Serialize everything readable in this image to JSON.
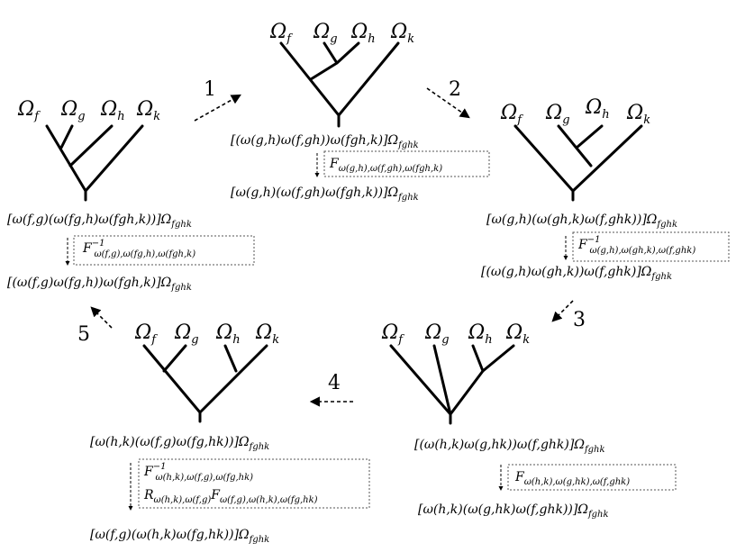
{
  "trees": [
    {
      "id": "t1",
      "leaves": [
        "Ω",
        "Ω",
        "Ω",
        "Ω"
      ],
      "subs": [
        "f",
        "g",
        "h",
        "k"
      ]
    },
    {
      "id": "t2",
      "leaves": [
        "Ω",
        "Ω",
        "Ω",
        "Ω"
      ],
      "subs": [
        "f",
        "g",
        "h",
        "k"
      ]
    },
    {
      "id": "t3",
      "leaves": [
        "Ω",
        "Ω",
        "Ω",
        "Ω"
      ],
      "subs": [
        "f",
        "g",
        "h",
        "k"
      ]
    },
    {
      "id": "t4",
      "leaves": [
        "Ω",
        "Ω",
        "Ω",
        "Ω"
      ],
      "subs": [
        "f",
        "g",
        "h",
        "k"
      ]
    },
    {
      "id": "t5",
      "leaves": [
        "Ω",
        "Ω",
        "Ω",
        "Ω"
      ],
      "subs": [
        "f",
        "g",
        "h",
        "k"
      ]
    }
  ],
  "steps": [
    "1",
    "2",
    "3",
    "4",
    "5"
  ],
  "exprs": {
    "t1_top": "[ω(f,g)(ω(fg,h)ω(fgh,k))]Ω",
    "t1_bot": "[(ω(f,g)ω(fg,h))ω(fgh,k)]Ω",
    "t2_top": "[(ω(g,h)ω(f,gh))ω(fgh,k)]Ω",
    "t2_bot": "[ω(g,h)(ω(f,gh)ω(fgh,k))]Ω",
    "t3_top": "[ω(g,h)(ω(gh,k)ω(f,ghk))]Ω",
    "t3_bot": "[(ω(g,h)ω(gh,k))ω(f,ghk)]Ω",
    "t4_top": "[(ω(h,k)ω(g,hk))ω(f,ghk)]Ω",
    "t4_bot": "[ω(h,k)(ω(g,hk)ω(f,ghk))]Ω",
    "t5_top": "[ω(h,k)(ω(f,g)ω(fg,hk))]Ω",
    "t5_bot": "[ω(f,g)(ω(h,k)ω(fg,hk))]Ω",
    "sub": "fghk"
  },
  "ops": {
    "op1": {
      "main": "F",
      "sup": "−1",
      "sub": "ω(f,g),ω(fg,h),ω(fgh,k)"
    },
    "op2": {
      "main": "F",
      "sup": "",
      "sub": "ω(g,h),ω(f,gh),ω(fgh,k)"
    },
    "op3": {
      "main": "F",
      "sup": "−1",
      "sub": "ω(g,h),ω(gh,k),ω(f,ghk)"
    },
    "op4": {
      "main": "F",
      "sup": "",
      "sub": "ω(h,k),ω(g,hk),ω(f,ghk)"
    },
    "op5a": {
      "main": "F",
      "sup": "−1",
      "sub": "ω(h,k),ω(f,g),ω(fg,hk)"
    },
    "op5b_R": {
      "main": "R",
      "sub": "ω(h,k),ω(f,g)"
    },
    "op5b_F": {
      "main": "F",
      "sub": "ω(f,g),ω(h,k),ω(fg,hk)"
    }
  }
}
